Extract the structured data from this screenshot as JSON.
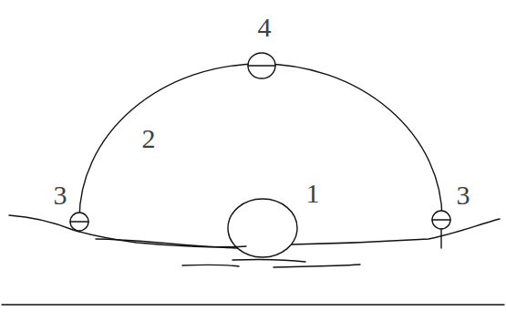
{
  "diagram": {
    "labels": [
      "4",
      "2",
      "3",
      "1",
      "3"
    ]
  }
}
